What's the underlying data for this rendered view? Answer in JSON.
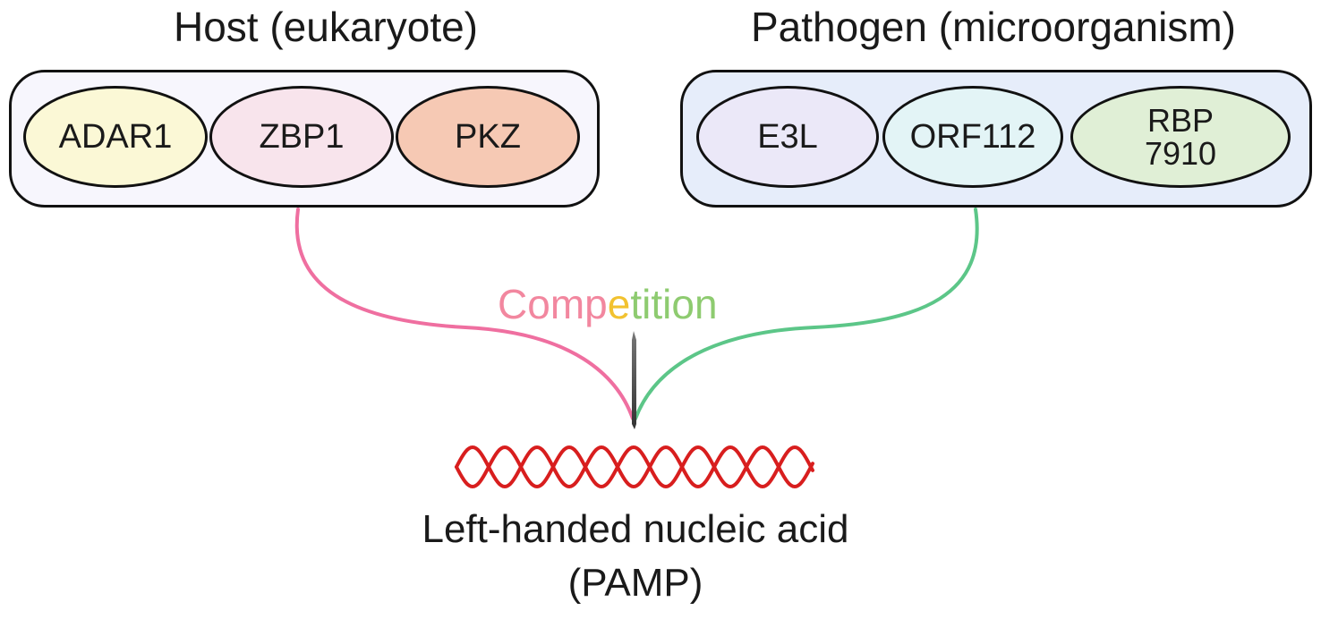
{
  "host": {
    "title": "Host (eukaryote)",
    "proteins": [
      {
        "label": "ADAR1",
        "color": "#fbf8d6"
      },
      {
        "label": "ZBP1",
        "color": "#f8e4ec"
      },
      {
        "label": "PKZ",
        "color": "#f6c9b4"
      }
    ]
  },
  "pathogen": {
    "title": "Pathogen (microorganism)",
    "proteins": [
      {
        "label": "E3L",
        "color": "#ebe8f8"
      },
      {
        "label": "ORF112",
        "color": "#e3f4f6"
      },
      {
        "label_line1": "RBP",
        "label_line2": "7910",
        "color": "#e0efd6"
      }
    ]
  },
  "competition": {
    "letters": [
      {
        "ch": "C",
        "color": "#f2879f"
      },
      {
        "ch": "o",
        "color": "#f2879f"
      },
      {
        "ch": "m",
        "color": "#f2879f"
      },
      {
        "ch": "p",
        "color": "#f2879f"
      },
      {
        "ch": "e",
        "color": "#f2c230"
      },
      {
        "ch": "t",
        "color": "#8ecb70"
      },
      {
        "ch": "i",
        "color": "#8ecb70"
      },
      {
        "ch": "t",
        "color": "#8ecb70"
      },
      {
        "ch": "i",
        "color": "#8ecb70"
      },
      {
        "ch": "o",
        "color": "#8ecb70"
      },
      {
        "ch": "n",
        "color": "#8ecb70"
      }
    ]
  },
  "pamp": {
    "line1": "Left-handed nucleic acid",
    "line2": "(PAMP)"
  },
  "colors": {
    "host_connector": "#ef6fa0",
    "pathogen_connector": "#5cc688",
    "needle": "#555555",
    "helix": "#d81e1e"
  }
}
